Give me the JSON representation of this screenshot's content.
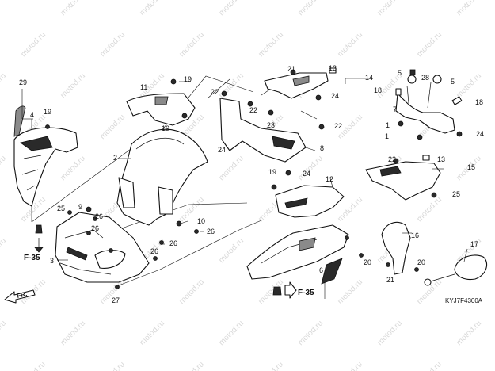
{
  "watermark": "motod.ru",
  "diagram_code": "KYJ7F4300A",
  "front_label": "FR.",
  "section_refs": [
    "F-35",
    "F-35"
  ],
  "callouts": [
    "1",
    "1",
    "2",
    "3",
    "4",
    "5",
    "5",
    "6",
    "7",
    "8",
    "9",
    "10",
    "11",
    "12",
    "13",
    "13",
    "14",
    "15",
    "16",
    "17",
    "18",
    "18",
    "19",
    "19",
    "19",
    "19",
    "20",
    "20",
    "21",
    "21",
    "22",
    "22",
    "22",
    "22",
    "23",
    "24",
    "24",
    "24",
    "24",
    "25",
    "25",
    "26",
    "26",
    "26",
    "26",
    "26",
    "27",
    "28",
    "29"
  ]
}
